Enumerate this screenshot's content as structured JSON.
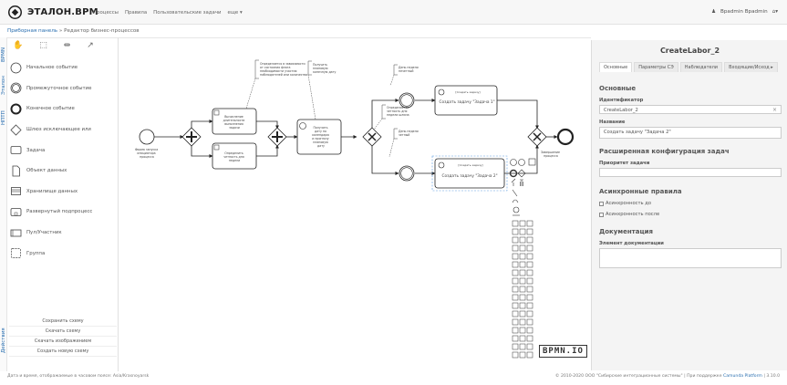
{
  "header": {
    "brand": "ЭТАЛОН.BPM",
    "menu": [
      "Процессы",
      "Правила",
      "Пользовательские задачи",
      "еще ▾"
    ],
    "user": "Bpadmin Bpadmin"
  },
  "breadcrumb": {
    "home": "Приборная панель",
    "separator": "»",
    "current": "Редактор бизнес-процессов"
  },
  "left_panel": {
    "vtabs": [
      "BPMN",
      "Эталон",
      "НПТП",
      "Действия"
    ],
    "palette": [
      "Начальное событие",
      "Промежуточное событие",
      "Конечное событие",
      "Шлюз исключающее или",
      "Задача",
      "Объект данных",
      "Хранилище данных",
      "Развернутый подпроцесс",
      "Пул/Участник",
      "Группа"
    ],
    "buttons": [
      "Сохранить схему",
      "Скачать схему",
      "Скачать изображением",
      "Создать новую схему"
    ]
  },
  "diagram": {
    "start_label": [
      "Форма запуска",
      "инициатора",
      "процесса"
    ],
    "end_label": [
      "Завершение",
      "процесса"
    ],
    "task1": [
      "Вычисление",
      "длительности",
      "выполнения",
      "задачи"
    ],
    "task2": [
      "Определить",
      "четность дня",
      "недели"
    ],
    "task3": [
      "Получить",
      "дату по",
      "календарю",
      "и прогнозу",
      "плановую",
      "дату"
    ],
    "task4_tag": "[Создать задачу]",
    "task4": "Создать задачу \"Задача 1\"",
    "task5_tag": "[Создать задачу]",
    "task5": "Создать задачу \"Задача 2\"",
    "anno1": [
      "Определяется в зависимости",
      "от состояния флага",
      "необходимости участия",
      "наблюдателей или количества"
    ],
    "anno2": [
      "Получить",
      "плановую",
      "конечную дату"
    ],
    "anno3": [
      "Определяется",
      "четность дня",
      "недели шлюза"
    ],
    "anno4": [
      "День недели",
      "нечетный"
    ],
    "anno5": [
      "День недели",
      "четный"
    ],
    "watermark": "BPMN.IO"
  },
  "properties": {
    "title": "CreateLabor_2",
    "tabs": [
      "Основные",
      "Параметры СЭ",
      "Наблюдатели",
      "Входящие/Исход ▸"
    ],
    "sec_main": "Основные",
    "id_label": "Идентификатор",
    "id_value": "CreateLabor_2",
    "name_label": "Название",
    "name_value": "Создать задачу \"Задача 2\"",
    "sec_ext": "Расширенная конфигурация задач",
    "priority_label": "Приоритет задачи",
    "priority_value": "",
    "sec_async": "Асинхронные правила",
    "async_before": "Асинхронность до",
    "async_after": "Асинхронность после",
    "sec_doc": "Документация",
    "doc_label": "Элемент документации",
    "doc_value": ""
  },
  "footer": {
    "left": "Дата и время, отображаемые в часовом поясе: Asia/Krasnoyarsk",
    "right_text": "© 2010-2020 ООО \"Сибирские интеграционные системы\" | При поддержке",
    "right_link": "Camunda Platform",
    "right_ver": "| 3.10.0"
  },
  "colors": {
    "accent": "#2a6fb0",
    "stroke": "#222222",
    "panel_bg": "#f4f4f4"
  }
}
